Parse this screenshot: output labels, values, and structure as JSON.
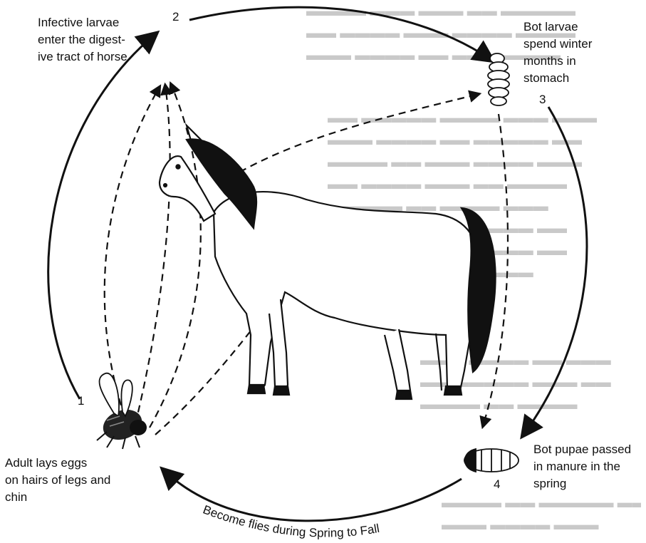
{
  "diagram": {
    "stages": [
      {
        "number": "1",
        "lines": [
          "Adult lays eggs",
          "on hairs of legs and",
          "chin"
        ]
      },
      {
        "number": "2",
        "lines": [
          "Infective larvae",
          "enter the digest-",
          "ive tract of horse"
        ]
      },
      {
        "number": "3",
        "lines": [
          "Bot larvae",
          "spend winter",
          "months in",
          "stomach"
        ]
      },
      {
        "number": "4",
        "lines": [
          "Bot pupae passed",
          "in manure in the",
          "spring"
        ]
      }
    ],
    "cycle_caption": "Become flies during Spring to Fall"
  },
  "colors": {
    "ink": "#111111",
    "bleed_through": "#c9c9c9",
    "paper": "#ffffff"
  },
  "icons": [
    "adult-fly-icon",
    "bot-larva-icon",
    "bot-pupa-icon",
    "horse-illustration"
  ]
}
